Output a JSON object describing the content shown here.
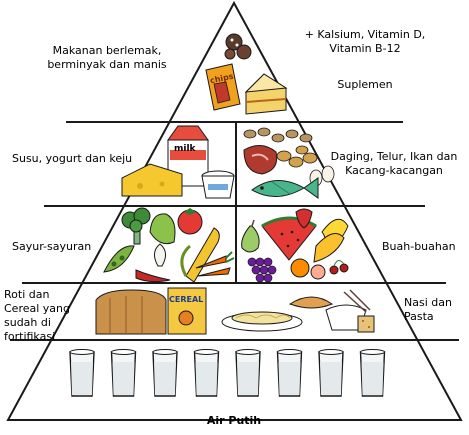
{
  "tiers": {
    "top": {
      "left_label": "Makanan berlemak,\nberminyak dan manis",
      "right_label": "+ Kalsium, Vitamin D,\nVitamin B-12",
      "right_sub": "Suplemen"
    },
    "dairy_protein": {
      "left_label": "Susu, yogurt dan keju",
      "right_label": "Daging, Telur, Ikan dan\nKacang-kacangan"
    },
    "produce": {
      "left_label": "Sayur-sayuran",
      "right_label": "Buah-buahan"
    },
    "grains": {
      "left_label": "Roti dan\nCereal yang\nsudah di\nfortifikasi",
      "right_label": "Nasi dan\nPasta"
    },
    "water": {
      "label": "Air Putih"
    }
  },
  "packages": {
    "chips": "chips",
    "milk": "milk",
    "cereal": "CEREAL"
  },
  "colors": {
    "outline": "#1a1a1a",
    "background": "#ffffff"
  }
}
